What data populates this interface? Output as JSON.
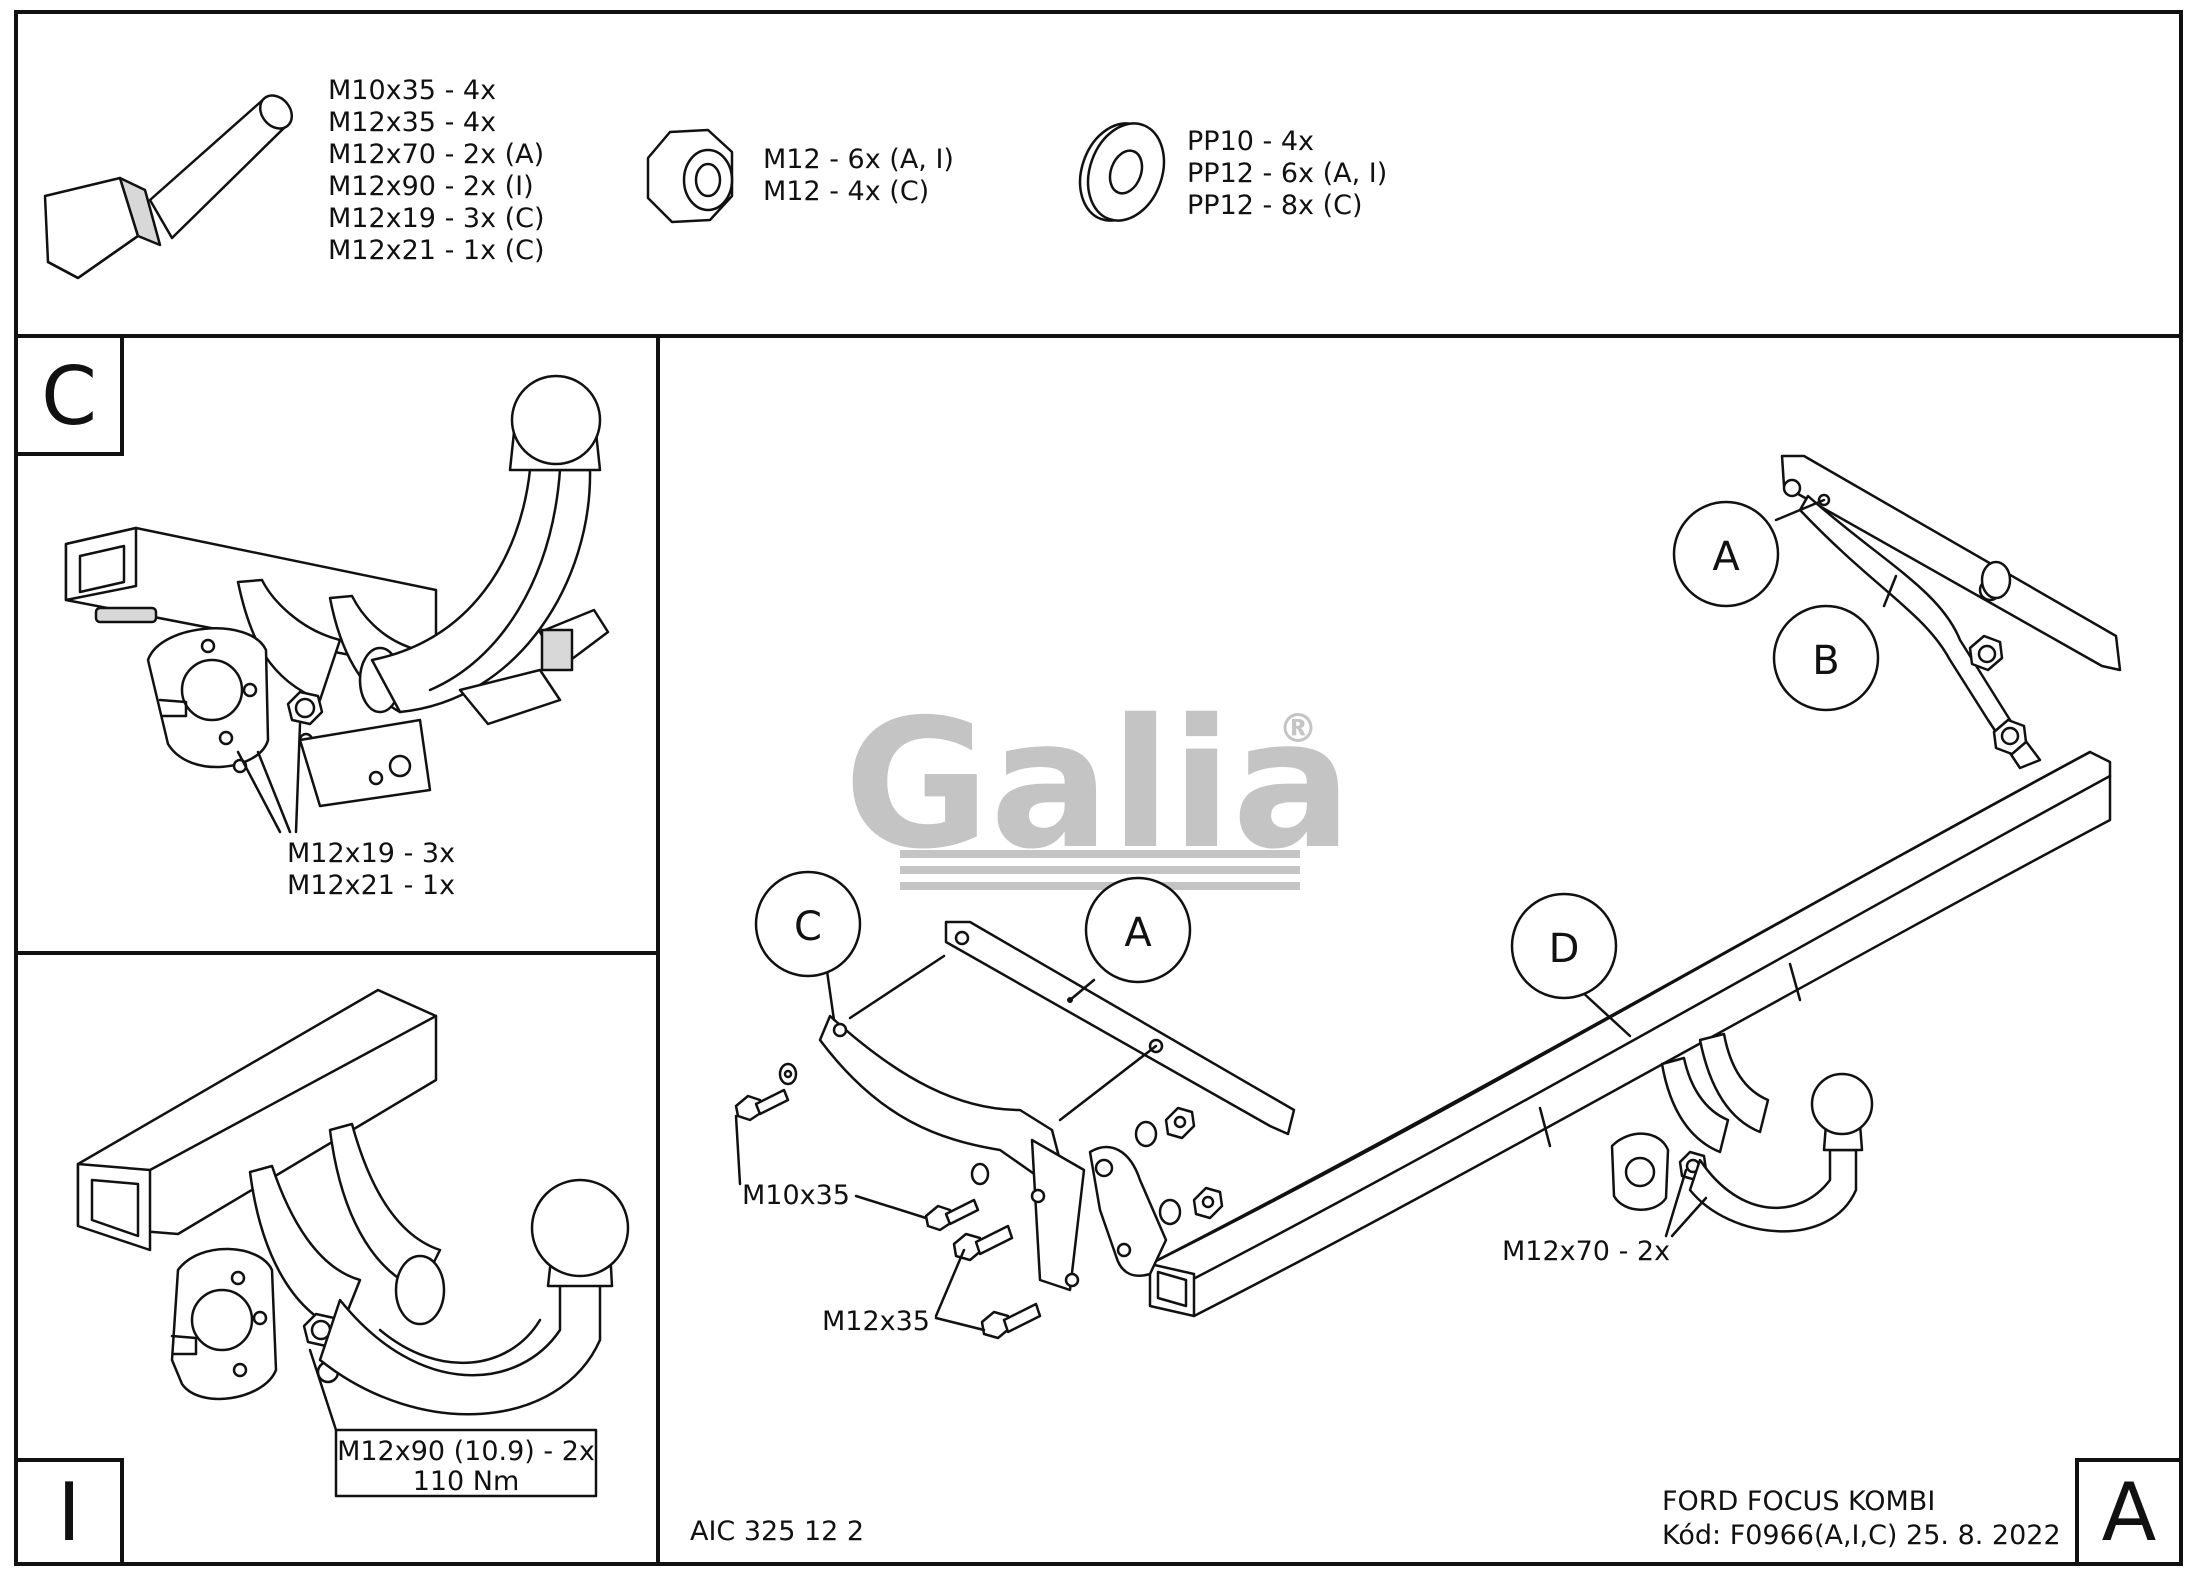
{
  "hardware": {
    "bolts": [
      "M10x35 - 4x",
      "M12x35 - 4x",
      "M12x70 - 2x (A)",
      "M12x90 - 2x (I)",
      "M12x19 - 3x (C)",
      "M12x21 - 1x (C)"
    ],
    "nuts": [
      "M12 - 6x (A, I)",
      "M12 - 4x (C)"
    ],
    "washers": [
      "PP10 - 4x",
      "PP12 - 6x (A, I)",
      "PP12 - 8x (C)"
    ]
  },
  "panel_c": {
    "letter": "C",
    "callout": [
      "M12x19 - 3x",
      "M12x21 - 1x"
    ]
  },
  "panel_i": {
    "letter": "I",
    "callout": [
      "M12x90 (10.9) - 2x",
      "110 Nm"
    ]
  },
  "panel_a": {
    "letter": "A",
    "logo": "Galia",
    "logo_mark": "®",
    "circles": [
      "A",
      "B",
      "C",
      "A",
      "D"
    ],
    "callouts": {
      "m10x35": "M10x35",
      "m12x35": "M12x35",
      "m12x70": "M12x70 - 2x"
    },
    "doc_code": "AIC 325 12 2",
    "vehicle": "FORD FOCUS KOMBI",
    "kod": "Kód: F0966(A,I,C)  25. 8. 2022"
  },
  "colors": {
    "logo": "#c4c4c4",
    "line": "#111111",
    "bg": "#ffffff"
  }
}
